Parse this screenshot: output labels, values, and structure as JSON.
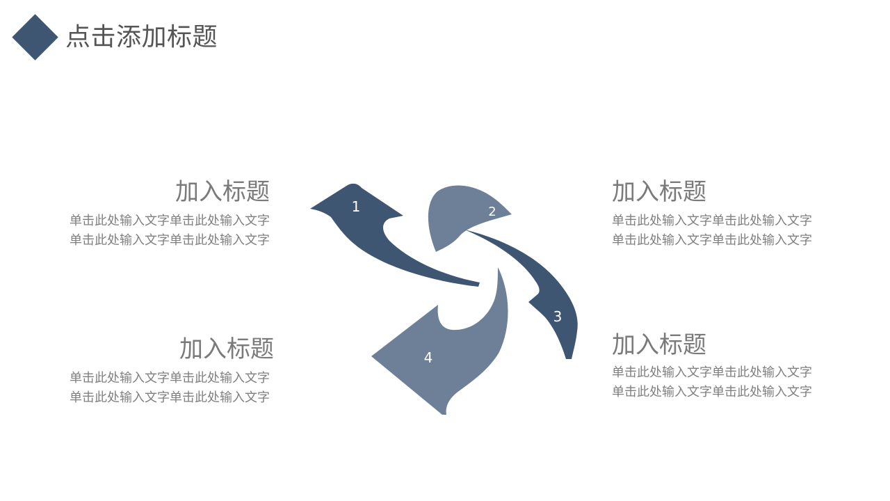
{
  "header": {
    "title": "点击添加标题"
  },
  "colors": {
    "accent_dark": "#3f5673",
    "accent_light": "#6e8097",
    "heading_text": "#7a7a7a",
    "body_text": "#7f7f7f"
  },
  "blocks": {
    "top_left": {
      "heading": "加入标题",
      "paragraphs": [
        "单击此处输入文字单击此处输入文字",
        "单击此处输入文字单击此处输入文字"
      ]
    },
    "bottom_left": {
      "heading": "加入标题",
      "paragraphs": [
        "单击此处输入文字单击此处输入文字",
        "单击此处输入文字单击此处输入文字"
      ]
    },
    "top_right": {
      "heading": "加入标题",
      "paragraphs": [
        "单击此处输入文字单击此处输入文字",
        "单击此处输入文字单击此处输入文字"
      ]
    },
    "bottom_right": {
      "heading": "加入标题",
      "paragraphs": [
        "单击此处输入文字单击此处输入文字",
        "单击此处输入文字单击此处输入文字"
      ]
    }
  },
  "pinwheel": {
    "labels": [
      "1",
      "2",
      "3",
      "4"
    ]
  }
}
